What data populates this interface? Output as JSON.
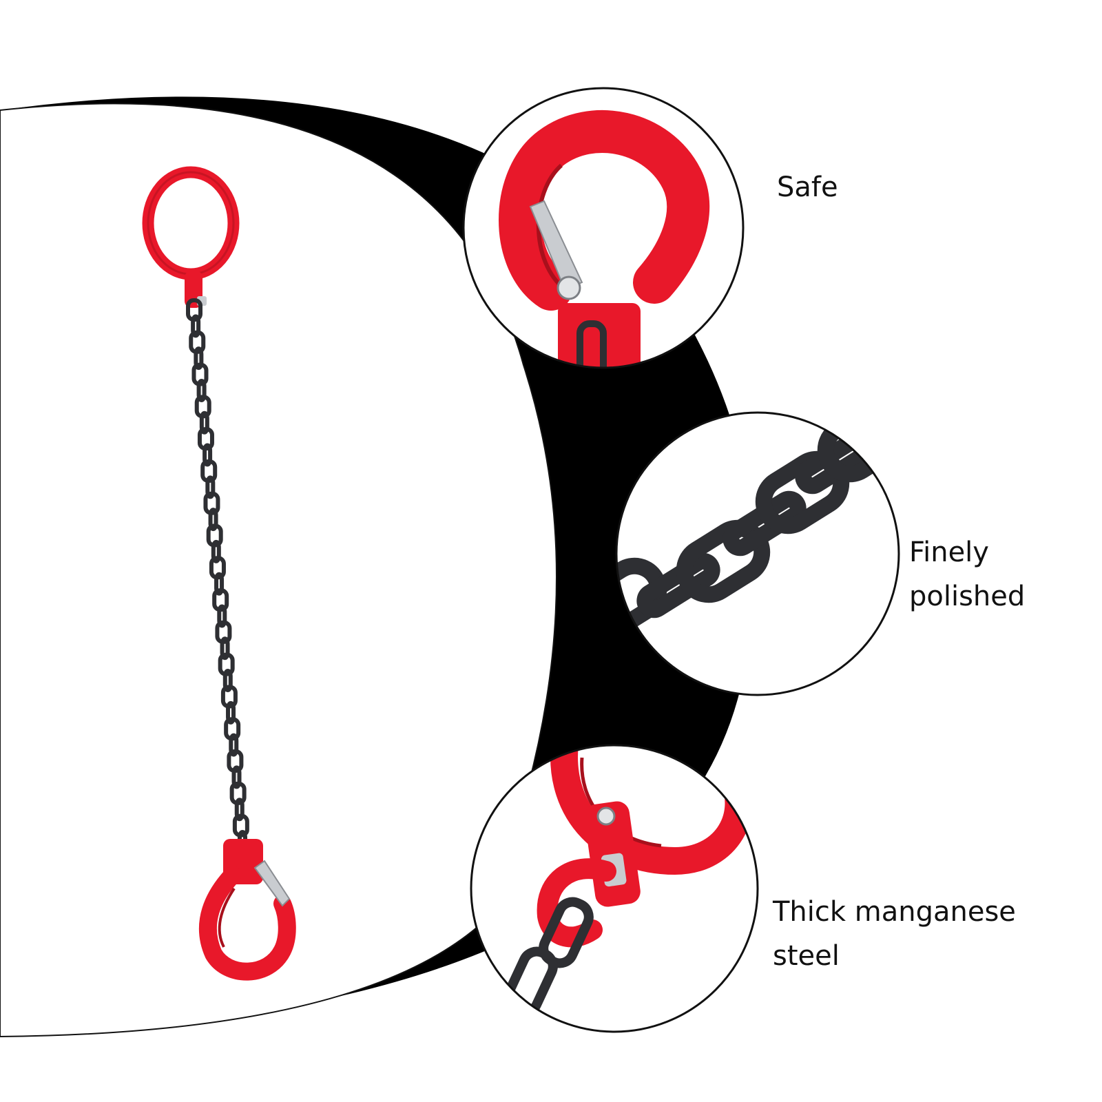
{
  "colors": {
    "background": "#ffffff",
    "arc_black": "#000000",
    "hook_red": "#e8182a",
    "hook_red_dark": "#a8101c",
    "chain_steel": "#2e2f33",
    "chain_highlight": "#5a5c62",
    "latch_silver": "#c9ccd0",
    "text": "#111111"
  },
  "icons": {
    "master_link": "oval-master-link",
    "hook": "clevis-sling-hook",
    "chain": "alloy-chain-links",
    "connector": "connecting-link"
  },
  "features": [
    {
      "label": "Safe"
    },
    {
      "label": "Finely\npolished"
    },
    {
      "label": "Thick manganese\nsteel"
    }
  ]
}
